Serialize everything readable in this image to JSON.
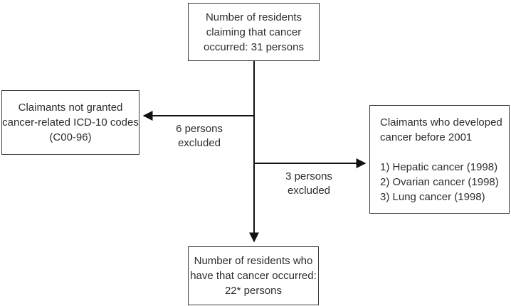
{
  "nodes": {
    "claims_total": {
      "lines": [
        "Number of residents",
        "claiming that cancer",
        "occurred: 31 persons"
      ]
    },
    "not_granted": {
      "lines": [
        "Claimants not granted",
        "cancer-related ICD-10 codes",
        "(C00-96)"
      ]
    },
    "cancer_before_2001": {
      "heading_lines": [
        "Claimants who developed",
        "cancer before 2001"
      ],
      "items": [
        "1) Hepatic cancer (1998)",
        "2) Ovarian cancer (1998)",
        "3) Lung cancer (1998)"
      ]
    },
    "final_count": {
      "lines": [
        "Number of residents who",
        "have that cancer occurred:",
        "22* persons"
      ]
    }
  },
  "edge_labels": {
    "excluded_left": {
      "lines": [
        "6 persons",
        "excluded"
      ]
    },
    "excluded_right": {
      "lines": [
        "3 persons",
        "excluded"
      ]
    }
  },
  "colors": {
    "background": "#ffffff",
    "box_border": "#3b3b3b",
    "connector": "#111111",
    "text": "#2d2d2d"
  }
}
